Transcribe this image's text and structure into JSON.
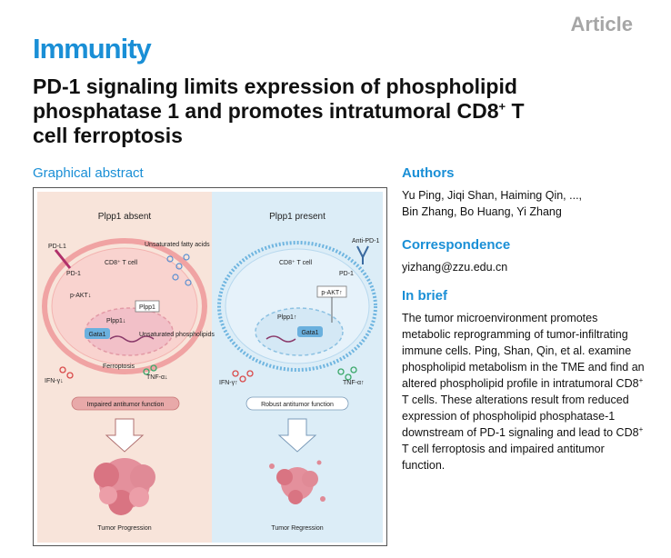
{
  "header": {
    "article_tag": "Article",
    "journal": "Immunity"
  },
  "title": {
    "line1": "PD-1 signaling limits expression of phospholipid",
    "line2_before": "phosphatase 1 and promotes intratumoral CD8",
    "line2_sup": "+",
    "line2_after": " T",
    "line3": "cell ferroptosis"
  },
  "graphical_abstract": {
    "heading": "Graphical abstract",
    "left": {
      "title": "Plpp1 absent",
      "pdl1": "PD-L1",
      "pd1": "PD-1",
      "cell": "CD8⁺ T cell",
      "fatty": "Unsaturated fatty acids",
      "pakt": "p-AKT↓",
      "plpp1_box": "Plpp1",
      "plpp1_gene": "Plpp1↓",
      "gata1": "Gata1",
      "phospho": "Unsaturated phospholipids",
      "ferro": "Ferroptosis",
      "ifn": "IFN-γ↓",
      "tnf": "TNF-α↓",
      "banner": "Impaired antitumor function",
      "outcome": "Tumor Progression"
    },
    "right": {
      "title": "Plpp1 present",
      "anti": "Anti-PD-1",
      "pd1": "PD-1",
      "cell": "CD8⁺ T cell",
      "pakt": "p-AKT↑",
      "plpp1_gene": "Plpp1↑",
      "gata1": "Gata1",
      "ifn": "IFN-γ↑",
      "tnf": "TNF-α↑",
      "banner": "Robust antitumor function",
      "outcome": "Tumor Regression"
    }
  },
  "authors": {
    "heading": "Authors",
    "line1": "Yu Ping, Jiqi Shan, Haiming Qin, ...,",
    "line2": "Bin Zhang, Bo Huang, Yi Zhang"
  },
  "correspondence": {
    "heading": "Correspondence",
    "email": "yizhang@zzu.edu.cn"
  },
  "in_brief": {
    "heading": "In brief",
    "text_before": "The tumor microenvironment promotes metabolic reprogramming of tumor-infiltrating immune cells. Ping, Shan, Qin, et al. examine phospholipid metabolism in the TME and find an altered phospholipid profile in intratumoral CD8",
    "sup1": "+",
    "text_middle": " T cells. These alterations result from reduced expression of phospholipid phosphatase-1 downstream of PD-1 signaling and lead to CD8",
    "sup2": "+",
    "text_after": " T cell ferroptosis and impaired antitumor function."
  },
  "colors": {
    "accent_blue": "#1a8fd6",
    "left_panel": "#f8e4da",
    "right_panel": "#dcedf7",
    "article_gray": "#a6a6a6"
  }
}
